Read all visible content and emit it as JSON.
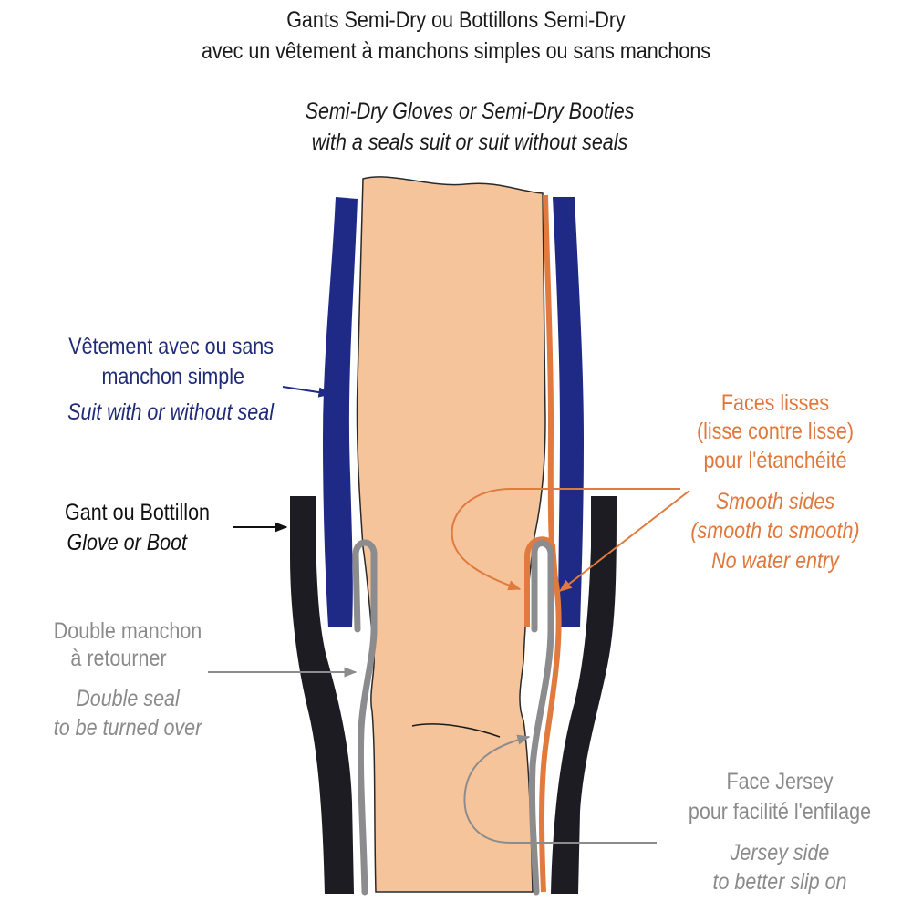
{
  "title": {
    "fr_line1": "Gants Semi-Dry ou Bottillons Semi-Dry",
    "fr_line2": "avec un vêtement à manchons simples ou sans manchons",
    "en_line1": "Semi-Dry Gloves or Semi-Dry Booties",
    "en_line2": "with a seals suit or suit without seals"
  },
  "labels": {
    "suit": {
      "fr_line1": "Vêtement avec ou sans",
      "fr_line2": "manchon simple",
      "en": "Suit with or without seal",
      "color": "#1f2a78"
    },
    "glove": {
      "fr": "Gant ou Bottillon",
      "en": "Glove or Boot",
      "color": "#111111"
    },
    "double_seal": {
      "fr_line1": "Double manchon",
      "fr_line2": "à retourner",
      "en_line1": "Double seal",
      "en_line2": "to be turned over",
      "color": "#8a8a8a"
    },
    "smooth": {
      "fr_line1": "Faces lisses",
      "fr_line2": "(lisse contre lisse)",
      "fr_line3": "pour l'étanchéité",
      "en_line1": "Smooth sides",
      "en_line2": "(smooth to smooth)",
      "en_line3": "No water entry",
      "color": "#e0783c"
    },
    "jersey": {
      "fr_line1": "Face Jersey",
      "fr_line2": "pour facilité l'enfilage",
      "en_line1": "Jersey side",
      "en_line2": "to better slip on",
      "color": "#8a8a8a"
    }
  },
  "colors": {
    "skin": "#f6c49a",
    "suit_blue": "#1f2a86",
    "glove_black": "#1c1c22",
    "seal_grey": "#8c8c8e",
    "smooth_orange": "#e07a3e"
  }
}
